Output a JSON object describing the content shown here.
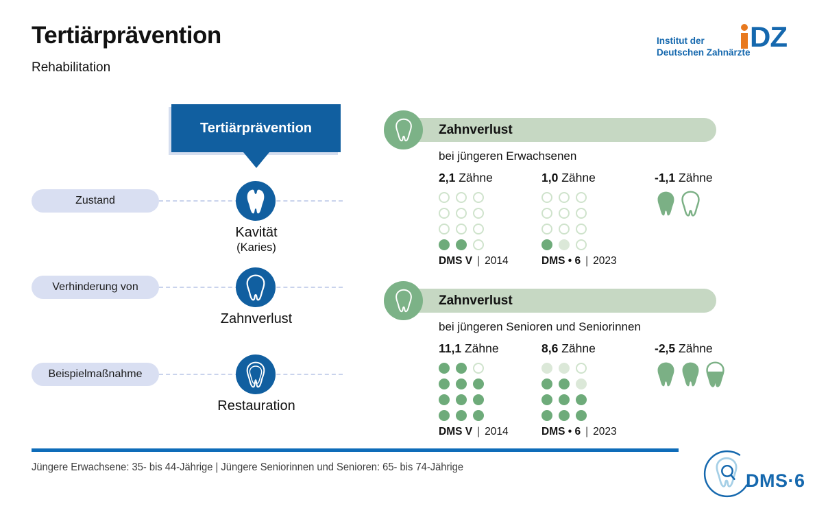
{
  "page": {
    "title": "Tertiärprävention",
    "subtitle": "Rehabilitation"
  },
  "idz_logo": {
    "line1": "Institut der",
    "line2": "Deutschen Zahnärzte",
    "letters": "DZ",
    "orange": "#E8791E",
    "blue": "#1568AE"
  },
  "flow": {
    "box_label": "Tertiärprävention",
    "rows": [
      {
        "pill": "Zustand",
        "icon": "tooth-cavity-icon",
        "label": "Kavität",
        "sublabel": "(Karies)"
      },
      {
        "pill": "Verhinderung von",
        "icon": "tooth-outline-icon",
        "label": "Zahnverlust",
        "sublabel": ""
      },
      {
        "pill": "Beispielmaßnahme",
        "icon": "tooth-restoration-icon",
        "label": "Restauration",
        "sublabel": ""
      }
    ]
  },
  "sections": [
    {
      "title": "Zahnverlust",
      "subtitle": "bei jüngeren Erwachsenen",
      "columns": [
        {
          "value": "2,1",
          "unit": "Zähne",
          "source": "DMS V",
          "year": "2014",
          "dots": [
            "empty",
            "empty",
            "empty",
            "empty",
            "empty",
            "empty",
            "empty",
            "empty",
            "empty",
            "filled",
            "filled",
            "empty"
          ]
        },
        {
          "value": "1,0",
          "unit": "Zähne",
          "source": "DMS • 6",
          "year": "2023",
          "dots": [
            "empty",
            "empty",
            "empty",
            "empty",
            "empty",
            "empty",
            "empty",
            "empty",
            "empty",
            "filled",
            "pale",
            "empty"
          ]
        }
      ],
      "delta": {
        "value": "-1,1",
        "unit": "Zähne",
        "teeth": [
          "filled",
          "outline"
        ]
      }
    },
    {
      "title": "Zahnverlust",
      "subtitle": "bei jüngeren Senioren und Seniorinnen",
      "columns": [
        {
          "value": "11,1",
          "unit": "Zähne",
          "source": "DMS V",
          "year": "2014",
          "dots": [
            "filled",
            "filled",
            "empty",
            "filled",
            "filled",
            "filled",
            "filled",
            "filled",
            "filled",
            "filled",
            "filled",
            "filled"
          ]
        },
        {
          "value": "8,6",
          "unit": "Zähne",
          "source": "DMS • 6",
          "year": "2023",
          "dots": [
            "pale",
            "pale",
            "empty",
            "filled",
            "filled",
            "pale",
            "filled",
            "filled",
            "filled",
            "filled",
            "filled",
            "filled"
          ]
        }
      ],
      "delta": {
        "value": "-2,5",
        "unit": "Zähne",
        "teeth": [
          "filled",
          "filled",
          "half"
        ]
      }
    }
  ],
  "footer": {
    "note": "Jüngere Erwachsene: 35- bis 44-Jährige | Jüngere Seniorinnen und Senioren: 65- bis 74-Jährige"
  },
  "dms_logo": {
    "text": "DMS·6"
  },
  "colors": {
    "primary_blue": "#115FA0",
    "footer_rule_blue": "#0E6CB9",
    "green_circle": "#7CB287",
    "green_bar": "#C6D8C3",
    "dot_filled": "#6EAB7A",
    "dot_pale": "#DBE8D8",
    "dot_empty_border": "#CFE3CC",
    "pill_bg": "#D9DFF2",
    "dash_line": "#C9D3EC",
    "idz_orange": "#E8791E",
    "idz_blue": "#1568AE"
  }
}
